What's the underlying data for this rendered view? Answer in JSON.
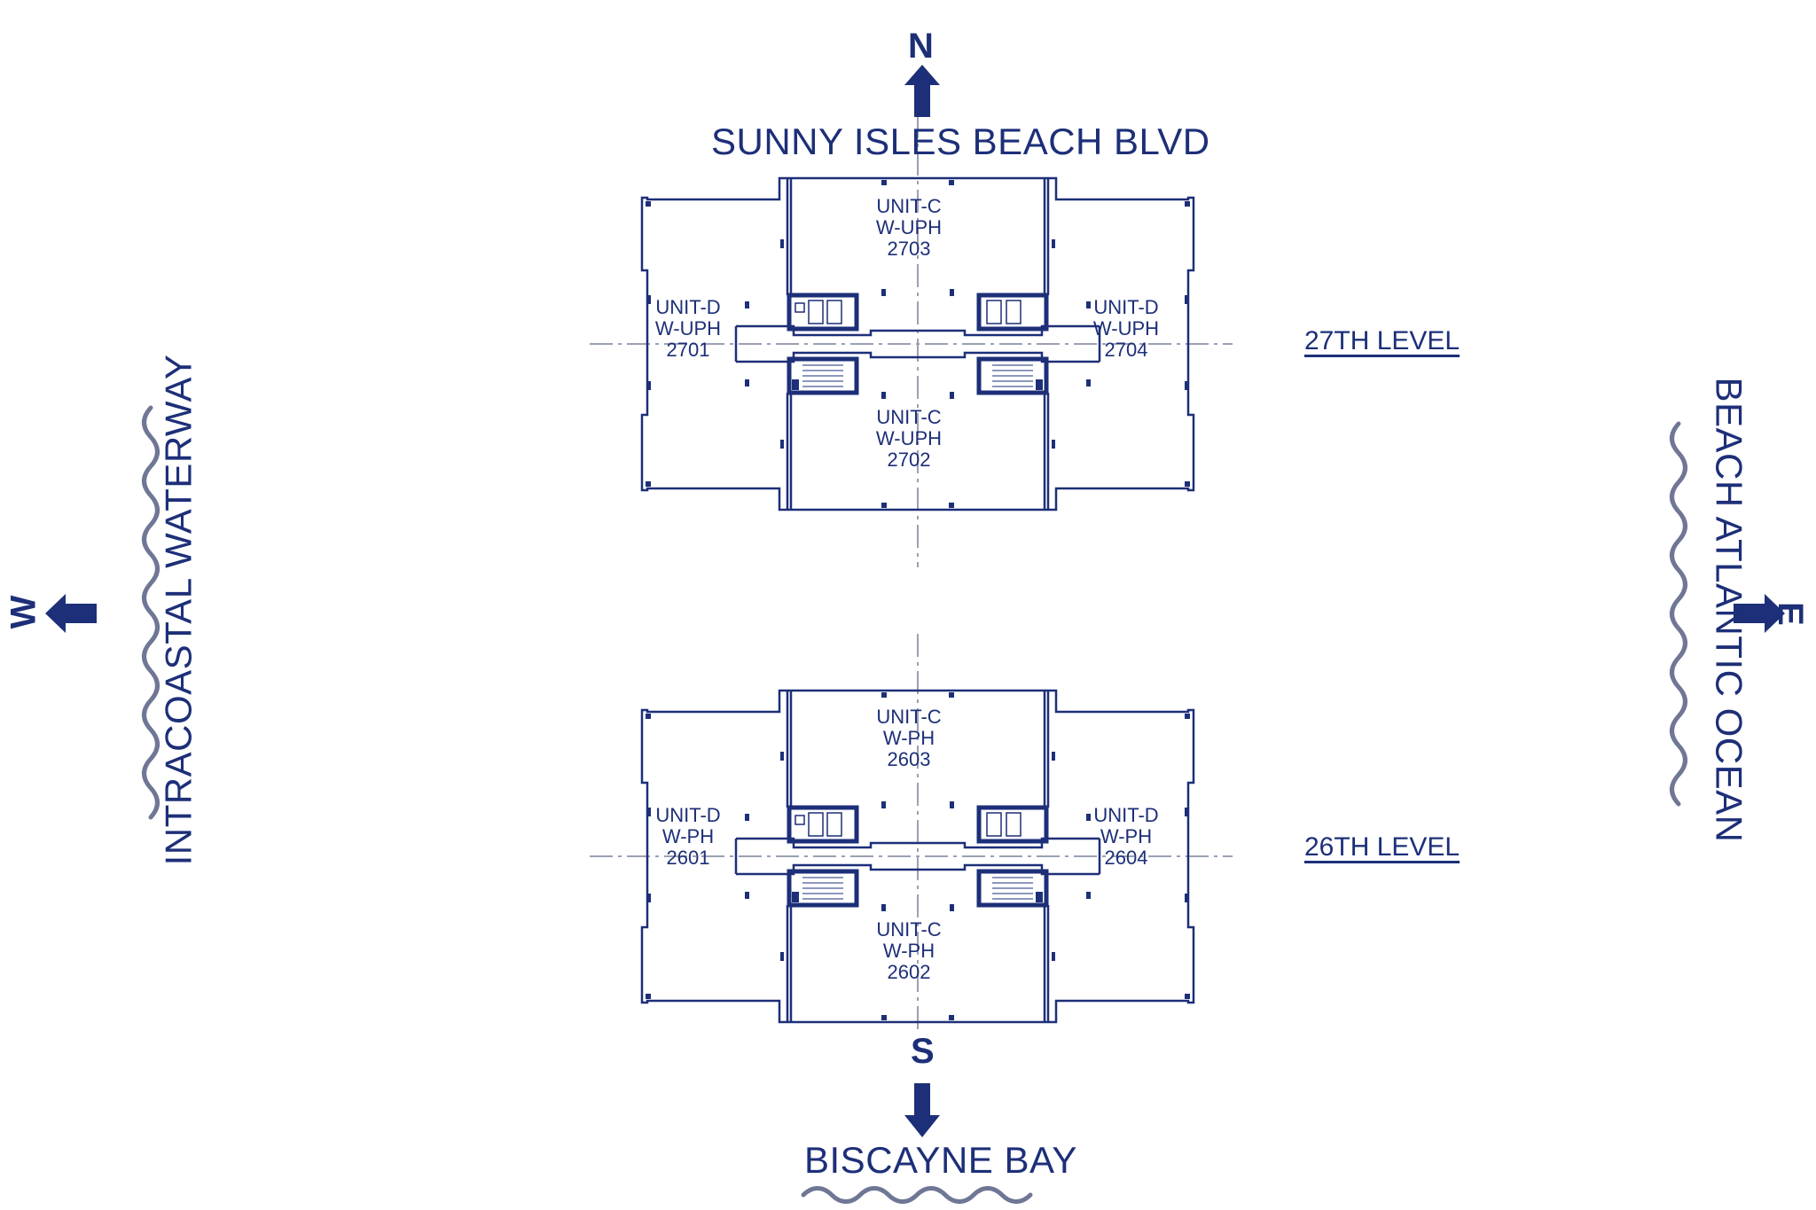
{
  "compass": {
    "north": "N",
    "south": "S",
    "east": "E",
    "west": "W"
  },
  "streets": {
    "north": "SUNNY ISLES BEACH BLVD",
    "south": "BISCAYNE BAY",
    "east": "BEACH ATLANTIC OCEAN",
    "west": "INTRACOASTAL WATERWAY"
  },
  "levels": [
    {
      "name": "27TH LEVEL",
      "units": {
        "north": {
          "type": "UNIT-C",
          "model": "W-UPH",
          "number": "2703"
        },
        "west": {
          "type": "UNIT-D",
          "model": "W-UPH",
          "number": "2701"
        },
        "east": {
          "type": "UNIT-D",
          "model": "W-UPH",
          "number": "2704"
        },
        "south": {
          "type": "UNIT-C",
          "model": "W-UPH",
          "number": "2702"
        }
      }
    },
    {
      "name": "26TH LEVEL",
      "units": {
        "north": {
          "type": "UNIT-C",
          "model": "W-PH",
          "number": "2603"
        },
        "west": {
          "type": "UNIT-D",
          "model": "W-PH",
          "number": "2601"
        },
        "east": {
          "type": "UNIT-D",
          "model": "W-PH",
          "number": "2604"
        },
        "south": {
          "type": "UNIT-C",
          "model": "W-PH",
          "number": "2602"
        }
      }
    }
  ],
  "colors": {
    "ink": "#1d2f78",
    "water": "#6f7795",
    "axis": "#9aa0b4"
  },
  "icons": [
    "north-arrow-icon",
    "south-arrow-icon",
    "east-arrow-icon",
    "west-arrow-icon",
    "water-wave-icon"
  ]
}
